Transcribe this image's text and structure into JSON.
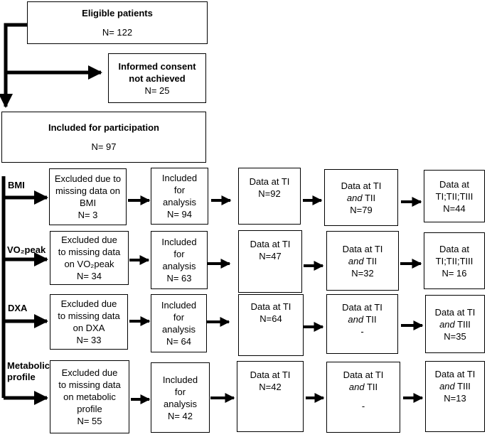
{
  "eligible": {
    "title": "Eligible patients",
    "n": "N= 122"
  },
  "consent": {
    "line1": "Informed consent",
    "line2": "not achieved",
    "n": "N= 25"
  },
  "included": {
    "title": "Included for participation",
    "n": "N= 97"
  },
  "rows": [
    {
      "label": "BMI",
      "excluded": [
        "Excluded due to",
        "missing data on",
        "BMI",
        "N= 3"
      ],
      "analysis": [
        "Included",
        "for",
        "analysis",
        "N= 94"
      ],
      "t1": [
        "Data at TI",
        "N=92"
      ],
      "t2": {
        "pre": "Data at TI",
        "mid_italic": "and",
        "mid_rest": " TII",
        "value": "N=79"
      },
      "t3": {
        "pre": "Data at",
        "mid": "TI;TII;TIII",
        "value": "N=44"
      }
    },
    {
      "label": "VO₂peak",
      "excluded": [
        "Excluded due",
        "to missing data",
        "on VO₂peak",
        "N= 34"
      ],
      "analysis": [
        "Included",
        "for",
        "analysis",
        "N= 63"
      ],
      "t1": [
        "Data at TI",
        "N=47"
      ],
      "t2": {
        "pre": "Data at TI",
        "mid_italic": "and",
        "mid_rest": " TII",
        "value": "N=32"
      },
      "t3": {
        "pre": "Data at",
        "mid": "TI;TII;TIII",
        "value": "N= 16"
      }
    },
    {
      "label": "DXA",
      "excluded": [
        "Excluded due",
        "to missing data",
        "on DXA",
        "N= 33"
      ],
      "analysis": [
        "Included",
        "for",
        "analysis",
        "N= 64"
      ],
      "t1": [
        "Data at TI",
        "N=64"
      ],
      "t2": {
        "pre": "Data at TI",
        "mid_italic": "and",
        "mid_rest": " TII",
        "value": "-"
      },
      "t3": {
        "pre": "Data at TI",
        "mid_italic": "and",
        "mid_rest": " TIII",
        "value": "N=35"
      }
    },
    {
      "label": "Metabolic profile",
      "label_lines": [
        "Metabolic",
        "profile"
      ],
      "excluded": [
        "Excluded due",
        "to missing data",
        "on metabolic",
        "profile",
        "N= 55"
      ],
      "analysis": [
        "Included",
        "for",
        "analysis",
        "N= 42"
      ],
      "t1": [
        "Data at TI",
        "N=42"
      ],
      "t2": {
        "pre": "Data at TI",
        "mid_italic": "and",
        "mid_rest": " TII",
        "value": "-"
      },
      "t3": {
        "pre": "Data at TI",
        "mid_italic": "and",
        "mid_rest": " TIII",
        "value": "N=13"
      }
    }
  ]
}
